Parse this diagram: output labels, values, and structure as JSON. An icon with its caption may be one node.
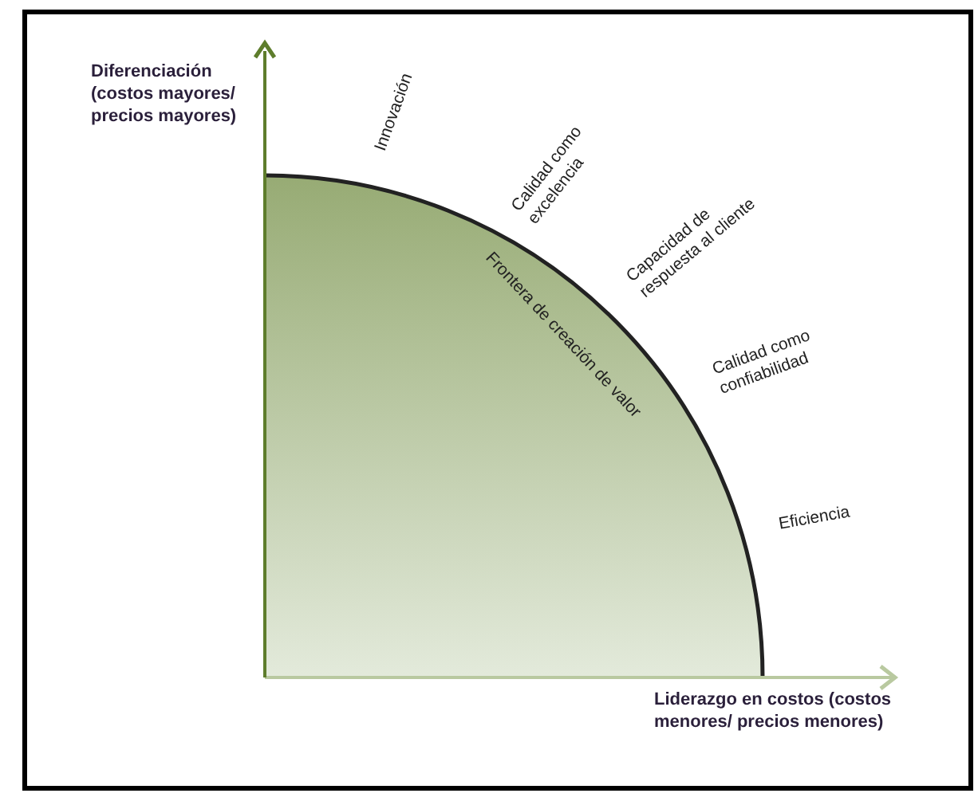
{
  "diagram": {
    "labels": [
      "Diferenciación (costos mayores/ precios mayores)",
      "Innovación",
      "Calidad como excelencia",
      "Capacidad de respuesta al cliente",
      "Calidad como confiabilidad",
      "Eficiencia",
      "Frontera de creación de valor",
      "Liderazgo en costos (costos menores/ precios menores)"
    ]
  }
}
